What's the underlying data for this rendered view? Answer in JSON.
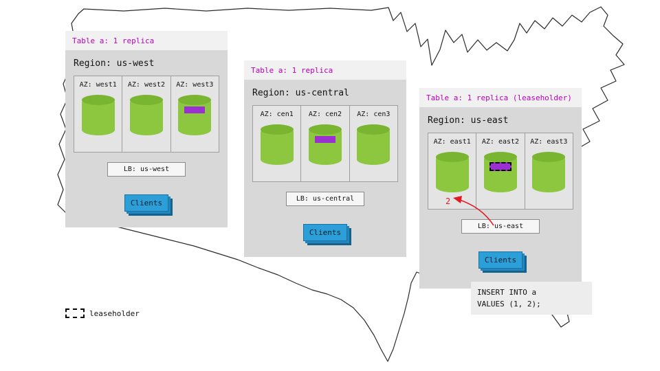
{
  "regions": [
    {
      "id": "us-west",
      "table_label": "Table a: 1 replica",
      "region_label": "Region: us-west",
      "azs": [
        {
          "label": "AZ: west1",
          "replica": false,
          "leaseholder": false
        },
        {
          "label": "AZ: west2",
          "replica": false,
          "leaseholder": false
        },
        {
          "label": "AZ: west3",
          "replica": true,
          "leaseholder": false
        }
      ],
      "lb_label": "LB: us-west",
      "clients_label": "Clients"
    },
    {
      "id": "us-central",
      "table_label": "Table a: 1 replica",
      "region_label": "Region: us-central",
      "azs": [
        {
          "label": "AZ: cen1",
          "replica": false,
          "leaseholder": false
        },
        {
          "label": "AZ: cen2",
          "replica": true,
          "leaseholder": false
        },
        {
          "label": "AZ: cen3",
          "replica": false,
          "leaseholder": false
        }
      ],
      "lb_label": "LB: us-central",
      "clients_label": "Clients"
    },
    {
      "id": "us-east",
      "table_label": "Table a: 1 replica (leaseholder)",
      "region_label": "Region: us-east",
      "azs": [
        {
          "label": "AZ: east1",
          "replica": false,
          "leaseholder": false
        },
        {
          "label": "AZ: east2",
          "replica": true,
          "leaseholder": true
        },
        {
          "label": "AZ: east3",
          "replica": false,
          "leaseholder": false
        }
      ],
      "lb_label": "LB: us-east",
      "clients_label": "Clients",
      "annotation": {
        "step": "2"
      }
    }
  ],
  "insert_statement": {
    "line1": "INSERT INTO a",
    "line2": "VALUES (1, 2);"
  },
  "legend": {
    "label": "leaseholder"
  },
  "colors": {
    "cylinder_green": "#8dc63f",
    "cylinder_top_green": "#79b531",
    "replica_purple": "#9a30d0",
    "clients_blue": "#2d9fd8",
    "table_label_magenta": "#bb00bb",
    "annotation_red": "#e01b24",
    "panel_gray": "#d8d8d8"
  }
}
